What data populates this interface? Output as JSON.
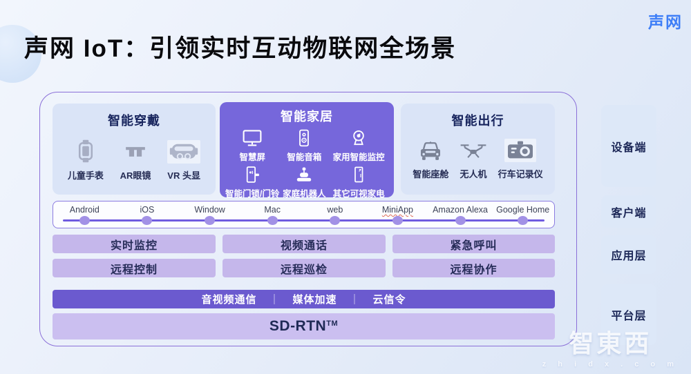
{
  "header": {
    "title": "声网 IoT：引领实时互动物联网全场景",
    "logo": "声网"
  },
  "scenes": {
    "wearable": {
      "title": "智能穿戴",
      "items": [
        {
          "label": "儿童手表",
          "icon": "watch-icon"
        },
        {
          "label": "AR眼镜",
          "icon": "ar-glasses-icon"
        },
        {
          "label": "VR 头显",
          "icon": "vr-headset-icon"
        }
      ]
    },
    "home": {
      "title": "智能家居",
      "items": [
        {
          "label": "智慧屏",
          "icon": "smart-screen-icon"
        },
        {
          "label": "智能音箱",
          "icon": "smart-speaker-icon"
        },
        {
          "label": "家用智能监控",
          "icon": "home-camera-icon"
        },
        {
          "label": "智能门锁/门铃",
          "icon": "door-lock-icon"
        },
        {
          "label": "家庭机器人",
          "icon": "home-robot-icon"
        },
        {
          "label": "其它可视家电",
          "icon": "appliance-icon"
        }
      ]
    },
    "travel": {
      "title": "智能出行",
      "items": [
        {
          "label": "智能座舱",
          "icon": "car-icon"
        },
        {
          "label": "无人机",
          "icon": "drone-icon"
        },
        {
          "label": "行车记录仪",
          "icon": "dashcam-icon"
        }
      ]
    }
  },
  "platforms": [
    "Android",
    "iOS",
    "Window",
    "Mac",
    "web",
    "MiniApp",
    "Amazon Alexa",
    "Google Home"
  ],
  "features": {
    "row1": [
      "实时监控",
      "视频通话",
      "紧急呼叫"
    ],
    "row2": [
      "远程控制",
      "远程巡检",
      "远程协作"
    ]
  },
  "services": {
    "item1": "音视频通信",
    "item2": "媒体加速",
    "item3": "云信令",
    "separator": "｜"
  },
  "network": {
    "name": "SD-RTN",
    "tm": "TM"
  },
  "layers": [
    "设备端",
    "客户端",
    "应用层",
    "平台层"
  ],
  "watermark": {
    "brand": "智東西",
    "domain": "z h i d x . c o m"
  },
  "colors": {
    "accent_purple": "#7667DB",
    "bar_purple": "#6B5ACF",
    "light_purple": "#C5B7EB",
    "panel_blue": "#DAE4F7",
    "logo_blue": "#3D7EF7",
    "navy_text": "#1C2757",
    "border_purple": "#8A6FD8"
  }
}
